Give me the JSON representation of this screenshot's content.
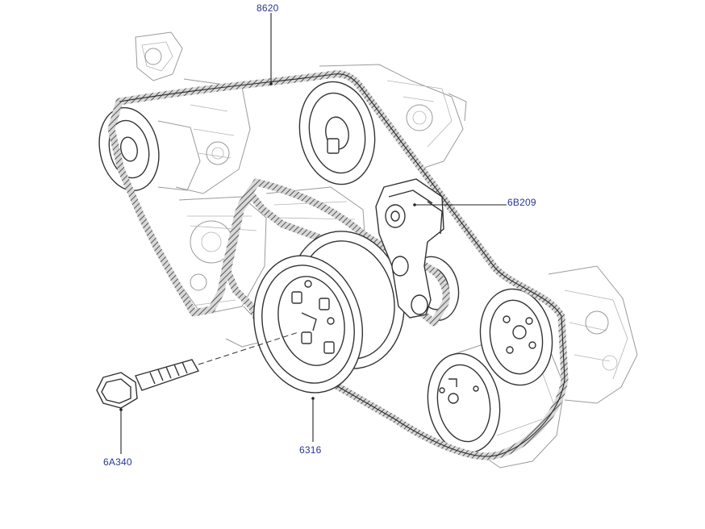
{
  "callouts": {
    "belt": "8620",
    "tensioner": "6B209",
    "crank_pulley": "6316",
    "bolt": "6A340"
  },
  "colors": {
    "label": "#2a3590",
    "outline": "#333333",
    "background_engine": "#9a9a9a",
    "belt_texture": "#555555"
  }
}
